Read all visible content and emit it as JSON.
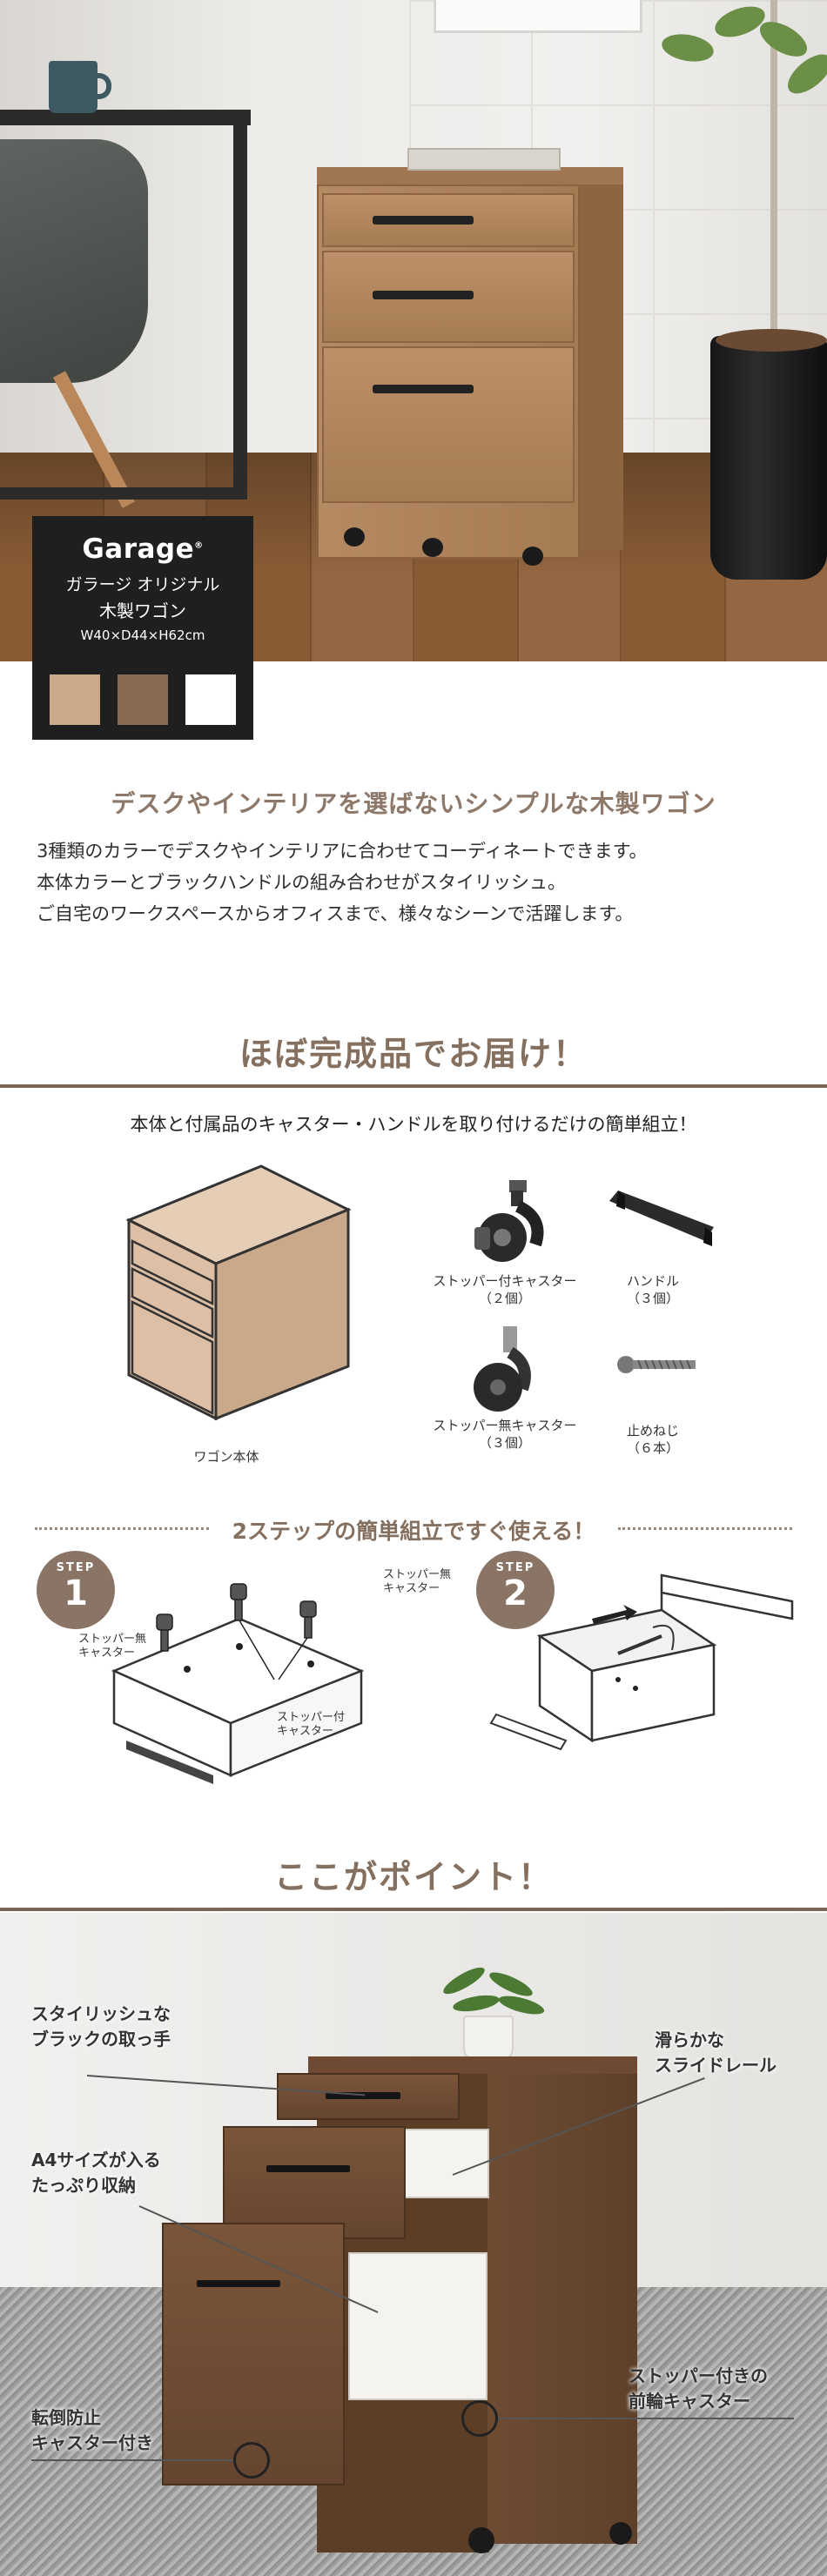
{
  "hero": {
    "brand": "Garage",
    "brand_mark": "®",
    "subtitle": "ガラージ オリジナル",
    "product_name": "木製ワゴン",
    "dimensions": "W40×D44×H62cm",
    "swatches": [
      {
        "name": "light-wood",
        "color": "#c9a98a"
      },
      {
        "name": "medium-wood",
        "color": "#8a6a55"
      },
      {
        "name": "white",
        "color": "#ffffff"
      }
    ]
  },
  "intro": {
    "heading": "デスクやインテリアを選ばないシンプルな木製ワゴン",
    "lines": [
      "3種類のカラーでデスクやインテリアに合わせてコーディネートできます。",
      "本体カラーとブラックハンドルの組み合わせがスタイリッシュ。",
      "ご自宅のワークスペースからオフィスまで、様々なシーンで活躍します。"
    ]
  },
  "assembly": {
    "heading": "ほぼ完成品でお届け！",
    "description": "本体と付属品のキャスター・ハンドルを取り付けるだけの簡単組立！",
    "parts": {
      "body": "ワゴン本体",
      "caster_stopper": [
        "ストッパー付キャスター",
        "（２個）"
      ],
      "handle": [
        "ハンドル",
        "（３個）"
      ],
      "caster_free": [
        "ストッパー無キャスター",
        "（３個）"
      ],
      "screw": [
        "止めねじ",
        "（６本）"
      ]
    }
  },
  "steps": {
    "heading": "2ステップの簡単組立ですぐ使える！",
    "step_word": "STEP",
    "step1_number": "1",
    "step2_number": "2",
    "step1_labels": {
      "free_top": [
        "ストッパー無",
        "キャスター"
      ],
      "free_left": [
        "ストッパー無",
        "キャスター"
      ],
      "stopper": [
        "ストッパー付",
        "キャスター"
      ]
    }
  },
  "points": {
    "heading": "ここがポイント！",
    "callouts": {
      "handle": [
        "スタイリッシュな",
        "ブラックの取っ手"
      ],
      "storage": [
        "A4サイズが入る",
        "たっぷり収納"
      ],
      "rail": [
        "滑らかな",
        "スライドレール"
      ],
      "anti_tip": [
        "転倒防止",
        "キャスター付き"
      ],
      "front_caster": [
        "ストッパー付きの",
        "前輪キャスター"
      ]
    }
  }
}
